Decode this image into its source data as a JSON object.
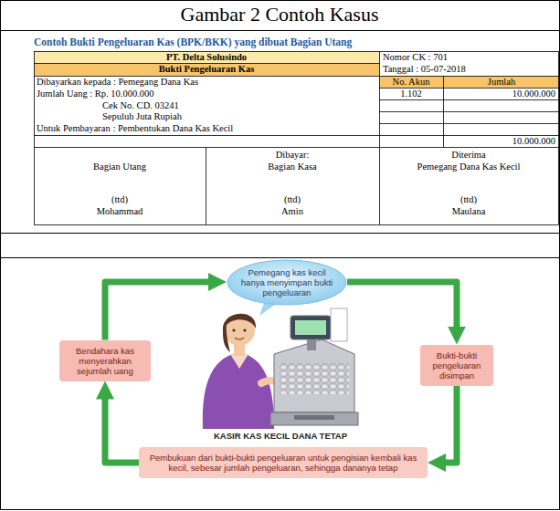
{
  "diagram": {
    "title": "Gambar 2 Contoh Kasus",
    "nodes": [
      {
        "text": [
          "Pemegang kas kecil hanya menyimpan bukti pengeluaran"
        ]
      },
      {
        "text": [
          "Bendahara kas menyerahkan sejumlah uang"
        ]
      },
      {
        "text": [
          "Bukti-bukti pengeluaran disimpan"
        ]
      },
      {
        "text": [
          "Pembukuan dari bukti-bukti pengeluaran untuk pengisian kembali kas kecil, sebesar jumlah pengeluaran, sehingga dananya tetap"
        ]
      }
    ],
    "edges": [
      {
        "from": 1,
        "to": 0,
        "arrow": "to"
      },
      {
        "from": 0,
        "to": 2,
        "arrow": "to"
      },
      {
        "from": 2,
        "to": 3,
        "arrow": "to"
      },
      {
        "from": 3,
        "to": 1,
        "arrow": "to"
      }
    ],
    "labels": [
      "Contoh Bukti Pengeluaran Kas (BPK/BKK) yang dibuat Bagian Utang",
      "PT. Delta Solusindo",
      "Bukti Pengeluaran Kas",
      "Nomor CK : 701",
      "Tanggal : 05-07-2018",
      "Dibayarkan kepada : Pemegang Dana Kas",
      "No. Akun",
      "Jumlah",
      "Jumlah Uang : Rp. 10.000.000",
      "1.102",
      "10.000.000",
      "Cek No. CD. 03241",
      "Sepuluh Juta Rupiah",
      "Untuk Pembayaran : Pembentukan Dana Kas Kecil",
      "10.000.000",
      "Dibayar:",
      "Diterima",
      "Bagian Utang",
      "Bagian Kasa",
      "Pemegang Dana Kas Kecil",
      "(ttd)",
      "(ttd)",
      "(ttd)",
      "Mohammad",
      "Amin",
      "Maulana",
      "KASIR KAS KECIL DANA TETAP"
    ]
  }
}
